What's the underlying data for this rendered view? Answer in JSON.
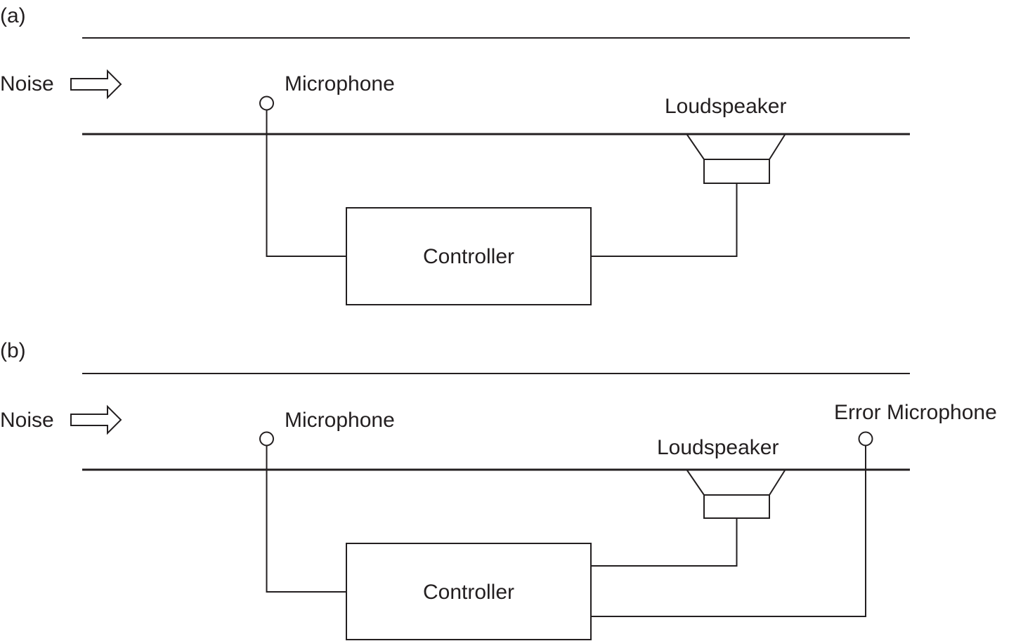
{
  "panels": [
    {
      "panel_label": "(a)",
      "noise_label": "Noise",
      "microphone_label": "Microphone",
      "loudspeaker_label": "Loudspeaker",
      "controller_label": "Controller"
    },
    {
      "panel_label": "(b)",
      "noise_label": "Noise",
      "microphone_label": "Microphone",
      "loudspeaker_label": "Loudspeaker",
      "controller_label": "Controller",
      "error_microphone_label": "Error Microphone"
    }
  ],
  "colors": {
    "ink": "#231f20",
    "background": "#ffffff"
  }
}
